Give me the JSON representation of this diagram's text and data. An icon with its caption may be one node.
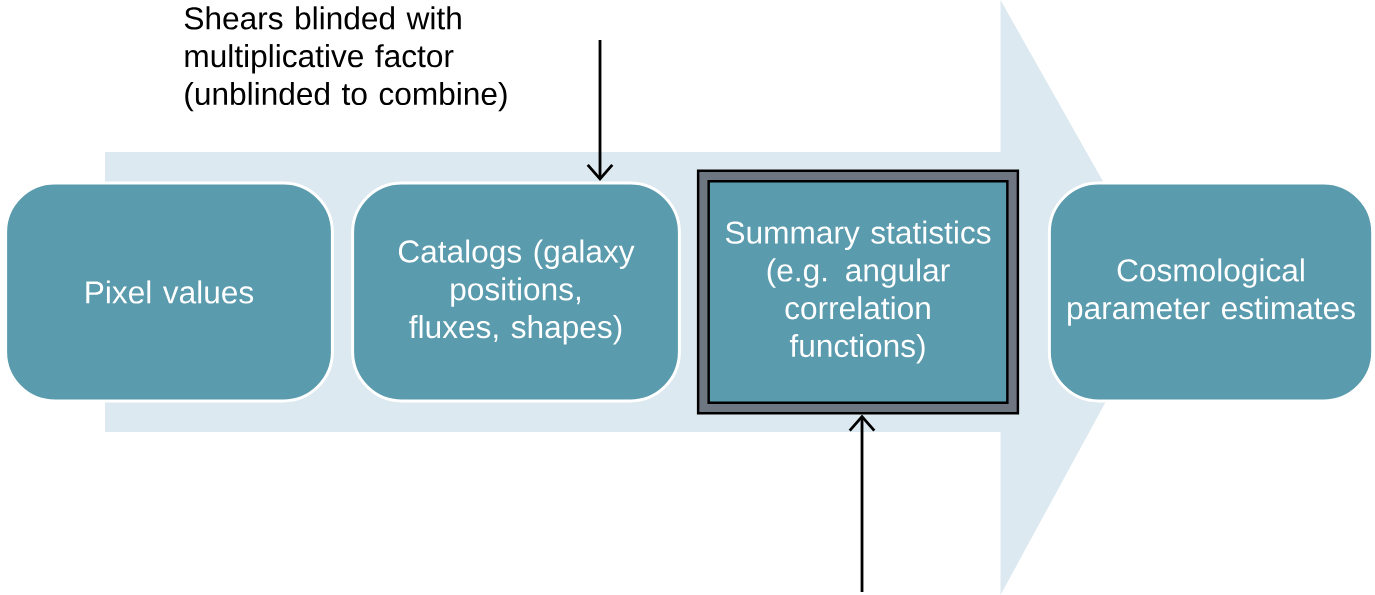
{
  "diagram": {
    "nodes": [
      {
        "text": [
          "Pixel values"
        ]
      },
      {
        "text": [
          "Catalogs (galaxy positions, fluxes, shapes)"
        ]
      },
      {
        "text": [
          "Summary statistics (e.g. angular correlation functions)"
        ]
      },
      {
        "text": [
          "Cosmological parameter estimates"
        ]
      }
    ],
    "edges": [
      {
        "from": null,
        "to": 1,
        "arrow": "to"
      },
      {
        "from": null,
        "to": 2,
        "arrow": "to"
      },
      {
        "from": 0,
        "to": 3,
        "arrow": "to",
        "style": "thick",
        "color": "#dde9f0"
      }
    ],
    "labels": [
      "Shears blinded with multiplicative factor (unblinded to combine)"
    ]
  }
}
